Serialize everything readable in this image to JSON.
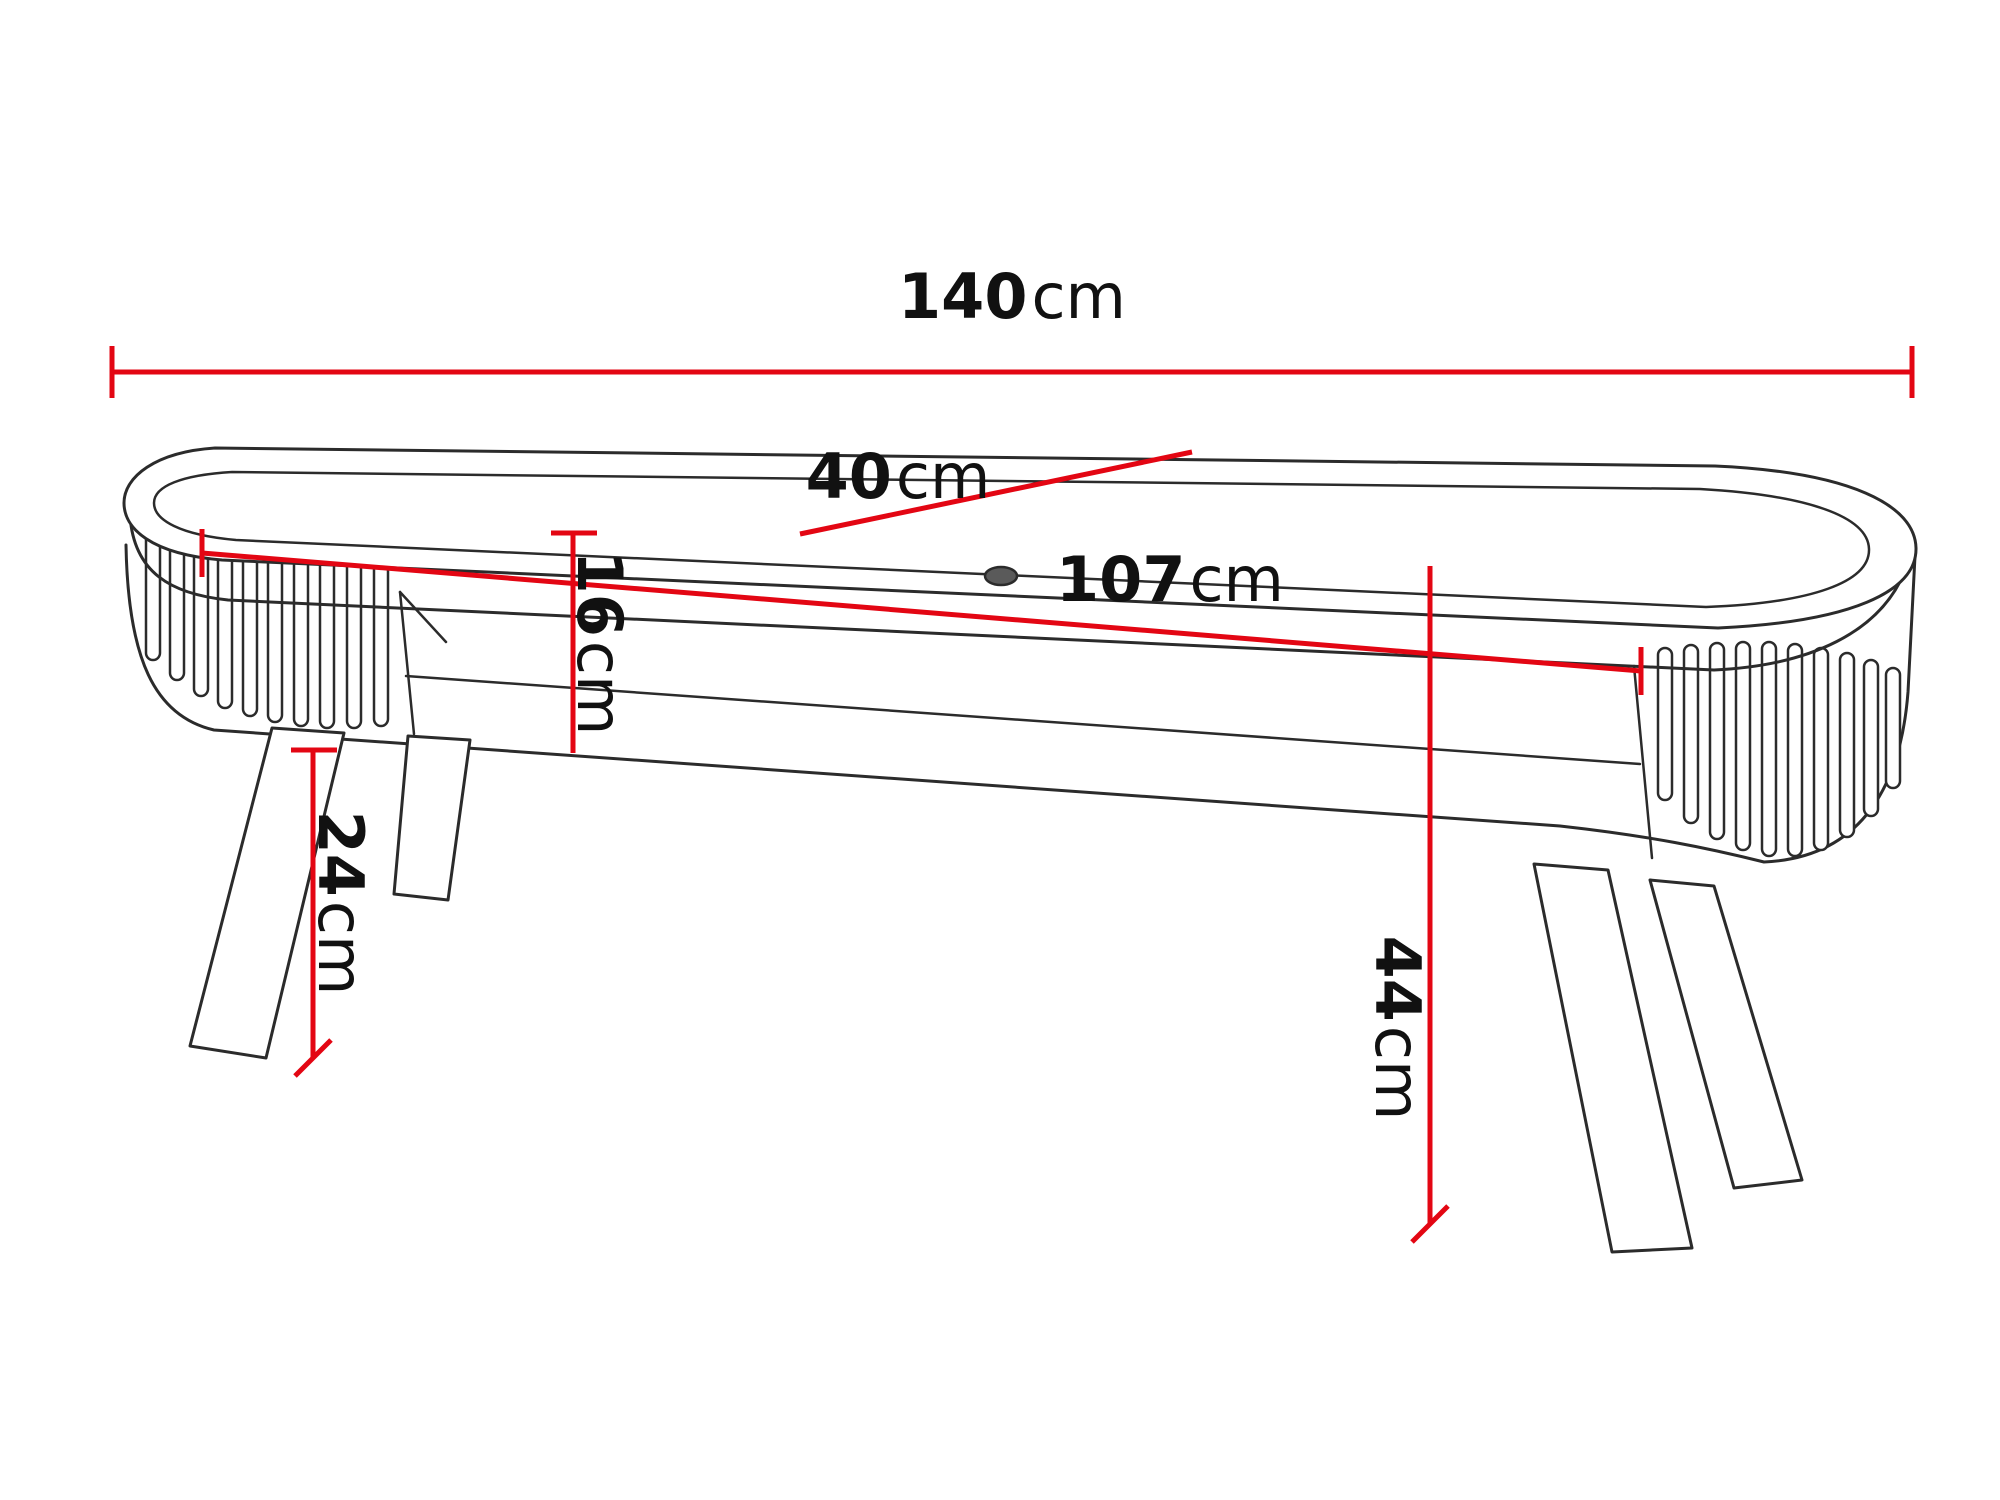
{
  "diagram": {
    "unit": "cm",
    "dimensions": {
      "width": {
        "value": "140",
        "unit": "cm"
      },
      "depth": {
        "value": "40",
        "unit": "cm"
      },
      "niche_height": {
        "value": "16",
        "unit": "cm"
      },
      "inner_width": {
        "value": "107",
        "unit": "cm"
      },
      "leg_height": {
        "value": "24",
        "unit": "cm"
      },
      "total_height": {
        "value": "44",
        "unit": "cm"
      }
    },
    "colors": {
      "dimension_line": "#e30613",
      "outline": "#2b2b2b",
      "background": "#ffffff"
    }
  }
}
